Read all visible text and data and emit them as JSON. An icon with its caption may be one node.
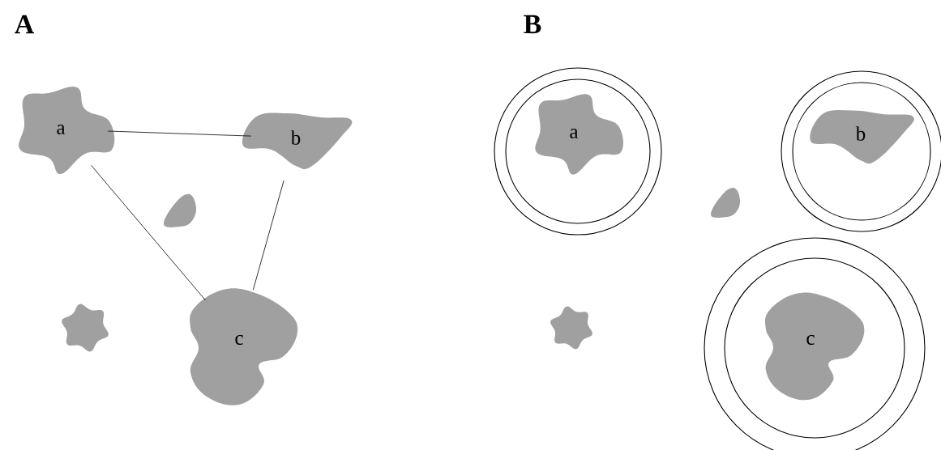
{
  "diagram": {
    "nodes": [
      {
        "text": [
          "a"
        ]
      },
      {
        "text": [
          "b"
        ]
      },
      {
        "text": [],
        "shape": "blob"
      },
      {
        "text": [],
        "shape": "blob"
      },
      {
        "text": [
          "c"
        ]
      },
      {
        "text": [],
        "shape": "circle"
      },
      {
        "text": [],
        "shape": "circle",
        "in": 5
      },
      {
        "text": [
          "a"
        ],
        "in": 6
      },
      {
        "text": [],
        "shape": "circle"
      },
      {
        "text": [],
        "shape": "circle",
        "in": 8
      },
      {
        "text": [
          "b"
        ],
        "in": 9
      },
      {
        "text": [],
        "shape": "blob"
      },
      {
        "text": [],
        "shape": "blob"
      },
      {
        "text": [],
        "shape": "circle"
      },
      {
        "text": [],
        "shape": "circle",
        "in": 13
      },
      {
        "text": [
          "c"
        ],
        "in": 14
      }
    ],
    "edges": [
      {
        "from": 0,
        "to": 1,
        "arrow": "none"
      },
      {
        "from": 0,
        "to": 4,
        "arrow": "none"
      },
      {
        "from": 1,
        "to": 4,
        "arrow": "none"
      }
    ],
    "labels": [
      "A",
      "B"
    ]
  }
}
